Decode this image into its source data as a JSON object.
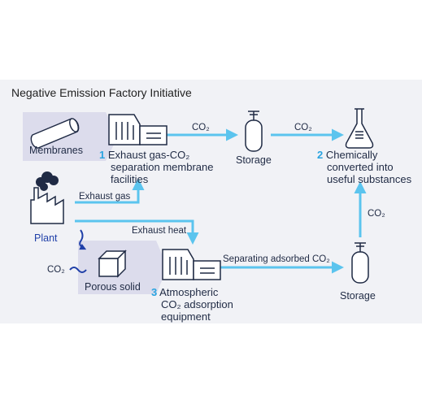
{
  "title": "Negative Emission Factory Initiative",
  "nodes": {
    "membranes": "Membranes",
    "plant": "Plant",
    "porous_solid": "Porous solid",
    "storage_top": "Storage",
    "storage_bottom": "Storage"
  },
  "steps": {
    "step1": {
      "number": "1",
      "lines": [
        "Exhaust gas-CO₂",
        "separation membrane",
        "facilities"
      ]
    },
    "step2": {
      "number": "2",
      "lines": [
        "Chemically",
        "converted into",
        "useful substances"
      ]
    },
    "step3": {
      "number": "3",
      "lines": [
        "Atmospheric",
        "CO₂ adsorption",
        "equipment"
      ]
    }
  },
  "flows": {
    "co2_top_1": "CO₂",
    "co2_top_2": "CO₂",
    "exhaust_gas": "Exhaust gas",
    "exhaust_heat": "Exhaust heat",
    "co2_input": "CO₂",
    "separating_adsorbed": "Separating adsorbed CO₂",
    "co2_right": "CO₂"
  },
  "colors": {
    "background_panel": "#f1f2f6",
    "highlight": "#dcdcec",
    "arrow": "#5bc4ee",
    "icon": "#1f2a44",
    "step_number": "#29a3e0",
    "label_blue": "#1f3fa8"
  }
}
